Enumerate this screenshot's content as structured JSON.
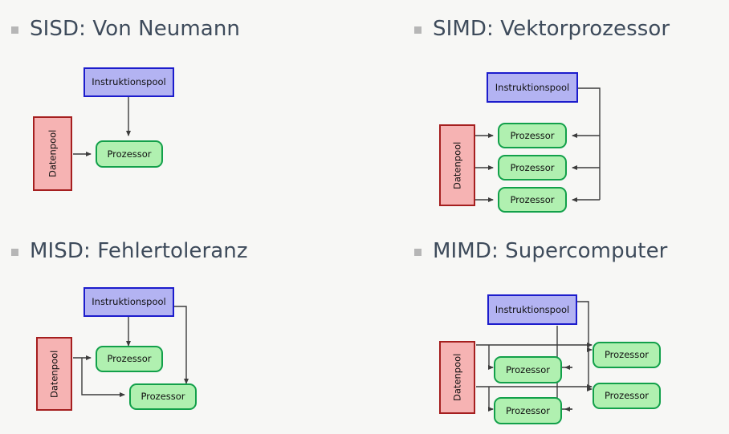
{
  "slide": {
    "background_color": "#f7f7f5",
    "heading_color": "#3e4b5b",
    "bullet_color": "#b6b6b6"
  },
  "palette": {
    "instruction_fill": "#b3b3f2",
    "instruction_border": "#1c1ccc",
    "data_fill": "#f6b3b3",
    "data_border": "#a51f1f",
    "processor_fill": "#b0f0b0",
    "processor_border": "#12a04a",
    "arrow_color": "#3c3c3c"
  },
  "labels": {
    "instruction_pool": "Instruktionspool",
    "data_pool": "Datenpool",
    "processor": "Prozessor"
  },
  "quadrants": [
    {
      "id": "sisd",
      "heading": "SISD: Von Neumann",
      "instruction_pools": 1,
      "data_pools": 1,
      "processors": 1
    },
    {
      "id": "simd",
      "heading": "SIMD: Vektorprozessor",
      "instruction_pools": 1,
      "data_pools": 1,
      "processors": 3
    },
    {
      "id": "misd",
      "heading": "MISD: Fehlertoleranz",
      "instruction_pools": 1,
      "data_pools": 1,
      "processors": 2
    },
    {
      "id": "mimd",
      "heading": "MIMD: Supercomputer",
      "instruction_pools": 1,
      "data_pools": 1,
      "processors": 4
    }
  ]
}
